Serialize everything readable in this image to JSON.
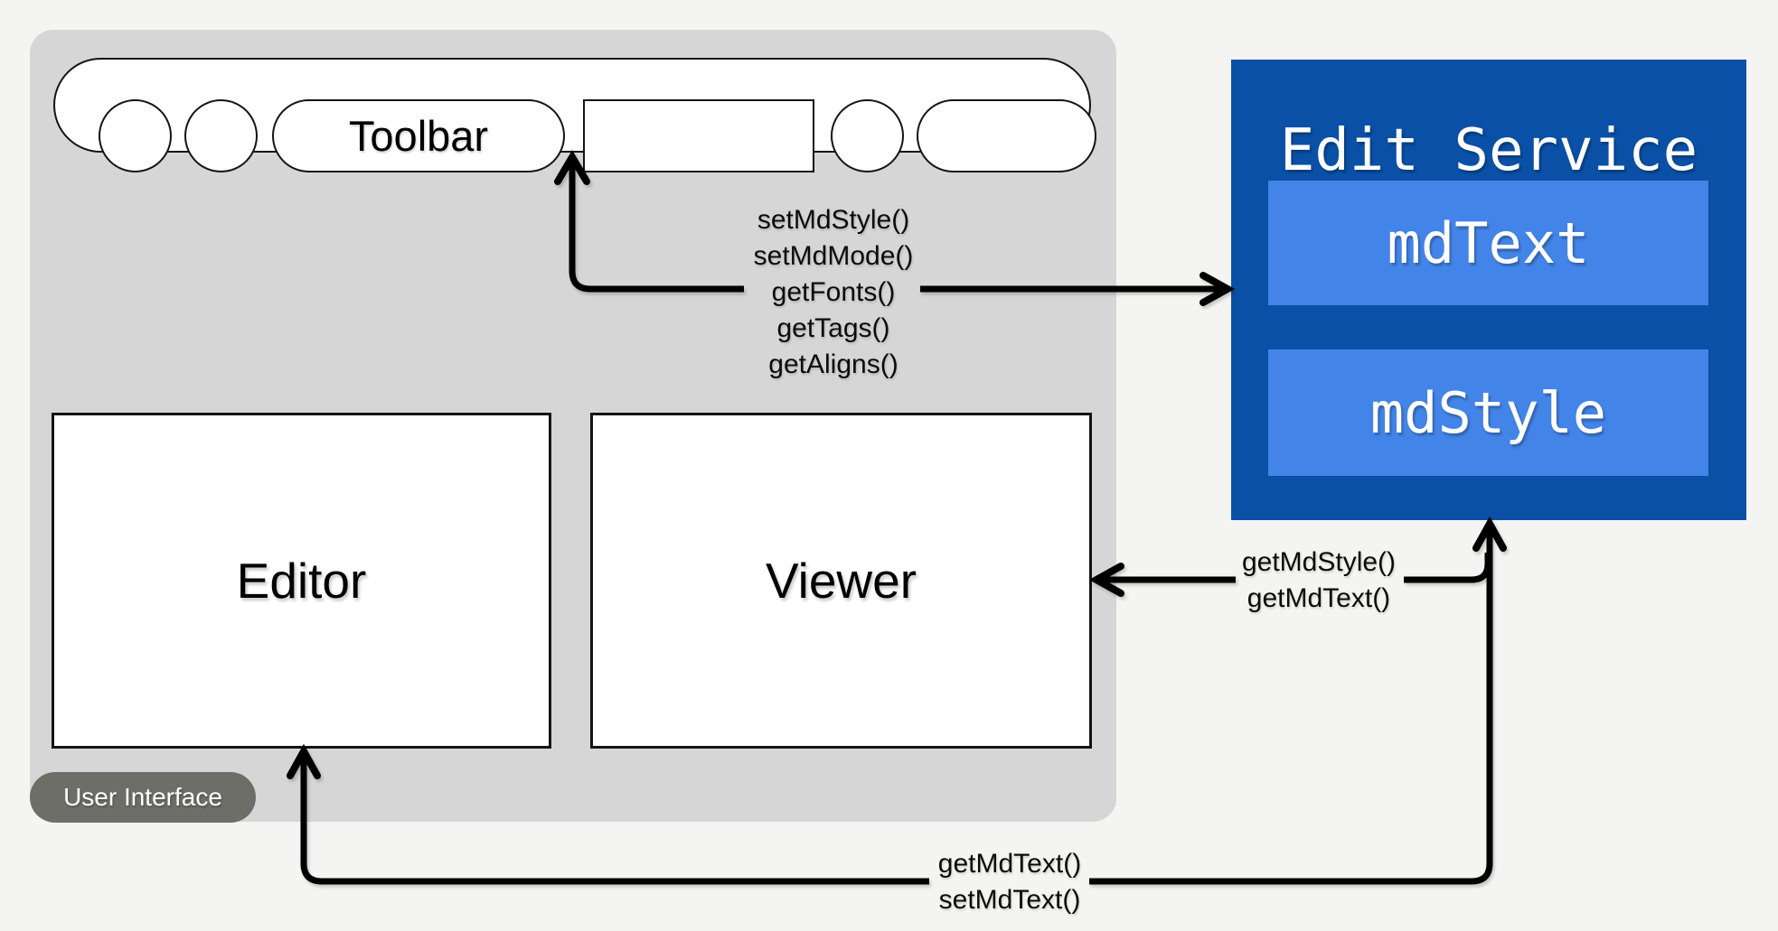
{
  "ui": {
    "label": "User Interface",
    "toolbar_label": "Toolbar",
    "editor_label": "Editor",
    "viewer_label": "Viewer"
  },
  "service": {
    "title": "Edit Service",
    "stores": [
      {
        "label": "mdText"
      },
      {
        "label": "mdStyle"
      }
    ]
  },
  "connections": {
    "toolbar_service": {
      "lines": [
        "setMdStyle()",
        "setMdMode()",
        "getFonts()",
        "getTags()",
        "getAligns()"
      ]
    },
    "service_viewer": {
      "lines": [
        "getMdStyle()",
        "getMdText()"
      ]
    },
    "service_editor": {
      "lines": [
        "getMdText()",
        "setMdText()"
      ]
    }
  },
  "colors": {
    "page_background": "#F4F4F3",
    "ui_container": "#D6D6D6",
    "ui_badge": "#6E6E68",
    "service_background": "#0A50A6",
    "store_background": "#4384E8",
    "shape_fill": "#FFFFFF",
    "line": "#000000",
    "text_dark": "#000000",
    "text_light": "#FFFFFF"
  }
}
